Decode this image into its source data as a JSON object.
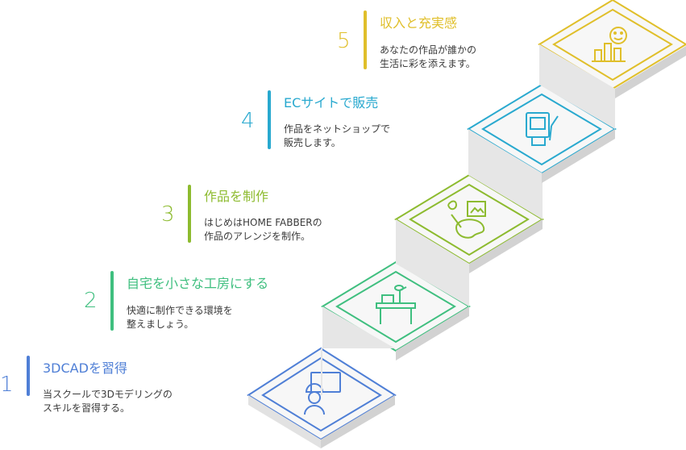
{
  "steps": [
    {
      "number": "1",
      "title": "3DCADを習得",
      "desc_line1": "当スクールで3Dモデリングの",
      "desc_line2": "スキルを習得する。",
      "color": "#4f7fd6",
      "icon": "engineer-icon"
    },
    {
      "number": "2",
      "title": "自宅を小さな工房にする",
      "desc_line1": "快適に制作できる環境を",
      "desc_line2": "整えましょう。",
      "color": "#3fbf7f",
      "icon": "workbench-icon"
    },
    {
      "number": "3",
      "title": "作品を制作",
      "desc_line1": "はじめはHOME FABBERの",
      "desc_line2": "作品のアレンジを制作。",
      "color": "#8dbb2f",
      "icon": "art-palette-icon"
    },
    {
      "number": "4",
      "title": "ECサイトで販売",
      "desc_line1": "作品をネットショップで",
      "desc_line2": "販売します。",
      "color": "#29a9cf",
      "icon": "online-shop-icon"
    },
    {
      "number": "5",
      "title": "収入と充実感",
      "desc_line1": "あなたの作品が誰かの",
      "desc_line2": "生活に彩を添えます。",
      "color": "#e0bf2a",
      "icon": "happy-chart-icon"
    }
  ]
}
